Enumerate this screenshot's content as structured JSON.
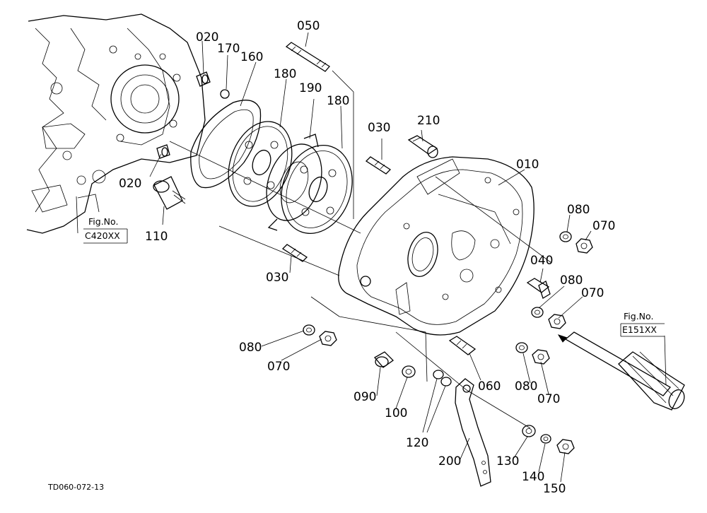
{
  "diagram_code": "TD060-072-13",
  "refs": {
    "left_top": "Fig.No.",
    "left_bottom": "C420XX",
    "right_top": "Fig.No.",
    "right_bottom": "E151XX"
  },
  "labels": {
    "p010": "010",
    "p020a": "020",
    "p020b": "020",
    "p030a": "030",
    "p030b": "030",
    "p040": "040",
    "p050": "050",
    "p060": "060",
    "p070a": "070",
    "p070b": "070",
    "p070c": "070",
    "p070d": "070",
    "p080a": "080",
    "p080b": "080",
    "p080c": "080",
    "p080d": "080",
    "p090": "090",
    "p100": "100",
    "p110": "110",
    "p120": "120",
    "p130": "130",
    "p140": "140",
    "p150": "150",
    "p160": "160",
    "p170": "170",
    "p180a": "180",
    "p180b": "180",
    "p190": "190",
    "p200": "200",
    "p210": "210"
  }
}
